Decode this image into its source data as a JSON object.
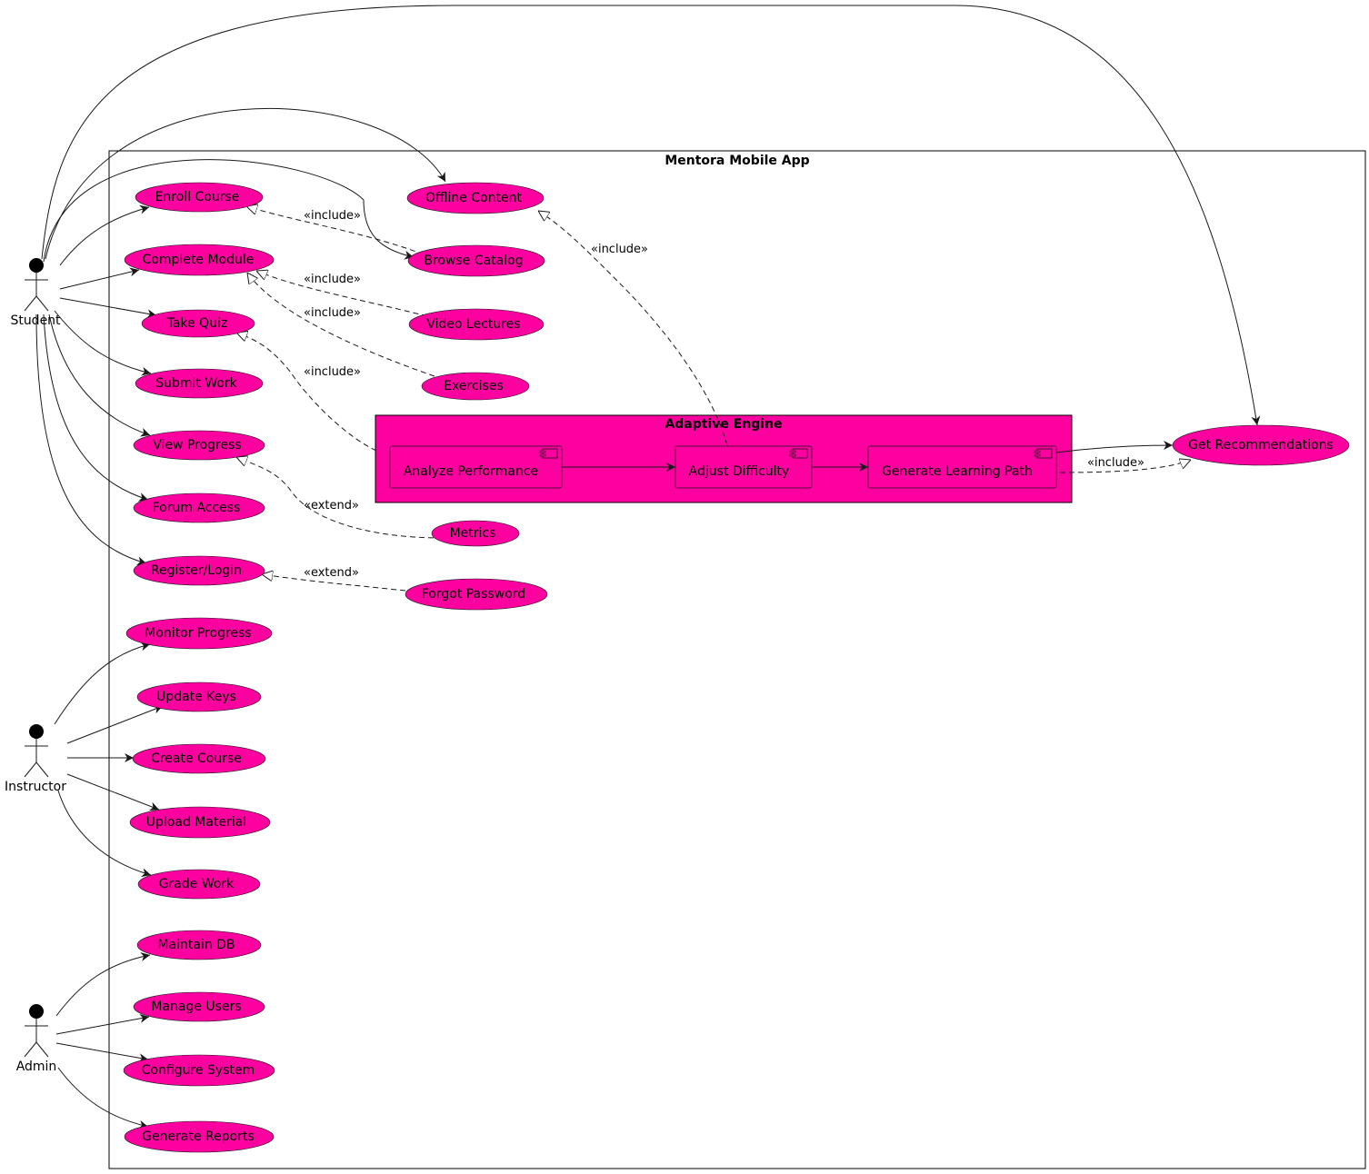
{
  "system": {
    "title": "Mentora Mobile App"
  },
  "engine": {
    "title": "Adaptive Engine"
  },
  "actors": {
    "student": "Student",
    "instructor": "Instructor",
    "admin": "Admin"
  },
  "use_cases": {
    "enroll_course": "Enroll Course",
    "complete_module": "Complete Module",
    "take_quiz": "Take Quiz",
    "submit_work": "Submit Work",
    "view_progress": "View Progress",
    "forum_access": "Forum Access",
    "register_login": "Register/Login",
    "monitor_progress": "Monitor Progress",
    "update_keys": "Update Keys",
    "create_course": "Create Course",
    "upload_material": "Upload Material",
    "grade_work": "Grade Work",
    "maintain_db": "Maintain DB",
    "manage_users": "Manage Users",
    "configure_system": "Configure System",
    "generate_reports": "Generate Reports",
    "offline_content": "Offline Content",
    "browse_catalog": "Browse Catalog",
    "video_lectures": "Video Lectures",
    "exercises": "Exercises",
    "metrics": "Metrics",
    "forgot_password": "Forgot Password",
    "get_recommendations": "Get Recommendations"
  },
  "components": {
    "analyze_performance": "Analyze Performance",
    "adjust_difficulty": "Adjust Difficulty",
    "generate_learning_path": "Generate Learning Path"
  },
  "stereotypes": {
    "include": "«include»",
    "extend": "«extend»"
  },
  "colors": {
    "use_case_fill": "#ff00a0",
    "line": "#181818"
  }
}
